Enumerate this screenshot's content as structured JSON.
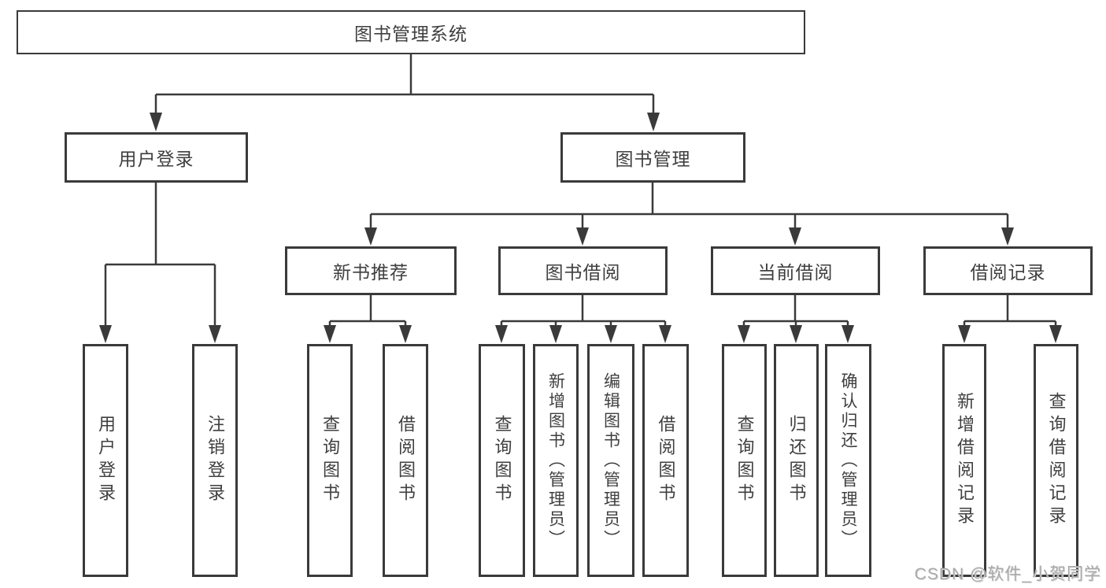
{
  "diagram": {
    "type": "hierarchy-tree",
    "colors": {
      "line": "#3a3a3a",
      "box_border": "#3a3a3a",
      "text": "#3f3f3f",
      "background": "#ffffff",
      "watermark": "#a9a9a9"
    },
    "tree": {
      "label": "图书管理系统",
      "children": [
        {
          "label": "用户登录",
          "children": [
            {
              "label": "用户登录"
            },
            {
              "label": "注销登录"
            }
          ]
        },
        {
          "label": "图书管理",
          "children": [
            {
              "label": "新书推荐",
              "children": [
                {
                  "label": "查询图书"
                },
                {
                  "label": "借阅图书"
                }
              ]
            },
            {
              "label": "图书借阅",
              "children": [
                {
                  "label": "查询图书"
                },
                {
                  "label": "新增图书（管理员）"
                },
                {
                  "label": "编辑图书（管理员）"
                },
                {
                  "label": "借阅图书"
                }
              ]
            },
            {
              "label": "当前借阅",
              "children": [
                {
                  "label": "查询图书"
                },
                {
                  "label": "归还图书"
                },
                {
                  "label": "确认归还（管理员）"
                }
              ]
            },
            {
              "label": "借阅记录",
              "children": [
                {
                  "label": "新增借阅记录"
                },
                {
                  "label": "查询借阅记录"
                }
              ]
            }
          ]
        }
      ]
    },
    "watermark": {
      "text": "CSDN @软件_小贺同学"
    }
  }
}
